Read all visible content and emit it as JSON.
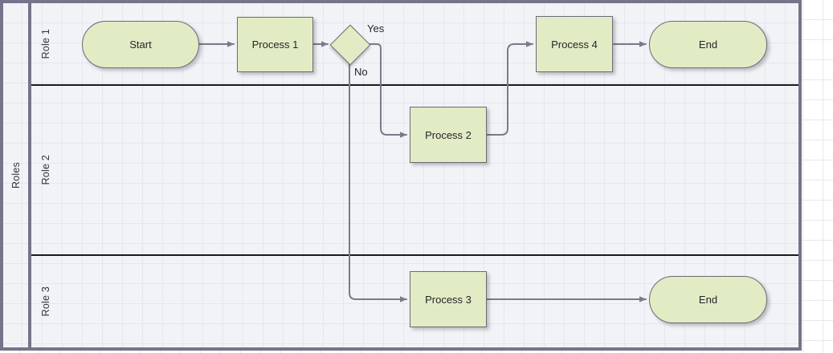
{
  "diagram": {
    "type": "swimlane-flowchart",
    "pool": {
      "label": "Roles"
    },
    "lanes": [
      {
        "id": "lane-role-1",
        "label": "Role 1"
      },
      {
        "id": "lane-role-2",
        "label": "Role 2"
      },
      {
        "id": "lane-role-3",
        "label": "Role 3"
      }
    ],
    "nodes": [
      {
        "id": "start",
        "label": "Start",
        "shape": "terminator",
        "lane": "Role 1"
      },
      {
        "id": "process-1",
        "label": "Process 1",
        "shape": "process",
        "lane": "Role 1"
      },
      {
        "id": "decision",
        "label": "",
        "shape": "decision",
        "lane": "Role 1"
      },
      {
        "id": "process-4",
        "label": "Process 4",
        "shape": "process",
        "lane": "Role 1"
      },
      {
        "id": "end-1",
        "label": "End",
        "shape": "terminator",
        "lane": "Role 1"
      },
      {
        "id": "process-2",
        "label": "Process 2",
        "shape": "process",
        "lane": "Role 2"
      },
      {
        "id": "process-3",
        "label": "Process 3",
        "shape": "process",
        "lane": "Role 3"
      },
      {
        "id": "end-3",
        "label": "End",
        "shape": "terminator",
        "lane": "Role 3"
      }
    ],
    "edge_labels": [
      {
        "id": "yes-label",
        "label": "Yes"
      },
      {
        "id": "no-label",
        "label": "No"
      }
    ],
    "colors": {
      "node_fill": "#e2ecc4",
      "node_stroke": "#6b6b78",
      "pool_border": "#74748a",
      "lane_divider": "#1a1a1a",
      "canvas_fill": "#f2f3f7",
      "connector": "#7a7a8c",
      "text": "#24242c"
    }
  }
}
